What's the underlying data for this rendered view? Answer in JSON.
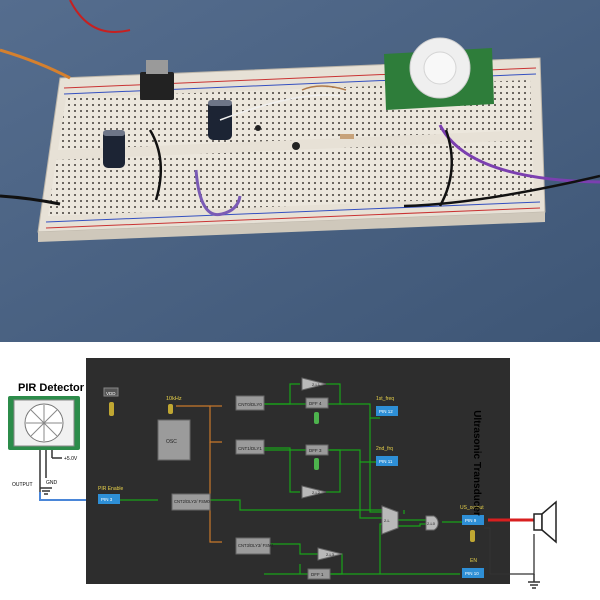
{
  "pir_title": "PIR Detector",
  "pir_pins": {
    "output": "OUTPUT",
    "gnd": "GND",
    "vcc": "+5.0V"
  },
  "transducer_label": "Ultrasonic Transducer",
  "blocks": {
    "vdd": "VDD",
    "osc_freq": "10kHz",
    "osc": "OSC",
    "cnt_top": "CNT0/DLY0",
    "cnt_mid": "CNT1/DLY1",
    "cnt_left": "CNT2/DLY2/ FSM0",
    "cnt_bottom": "CNT3/DLY3/ FSM1",
    "dff_top": "DFF 4",
    "dff_mid": "DFF 3",
    "dff_bottom": "DFF 1",
    "inv_top": "2-L1",
    "inv_mid": "2-L2",
    "inv_bottom": "2-L3",
    "mux": "2-L",
    "and_gate": "2-L0",
    "pin_pir": "PIN 3",
    "pin_1st": "PIN 12",
    "pin_2nd": "PIN 11",
    "pin_us": "PIN 9",
    "pin_en": "PIN 10"
  },
  "net_labels": {
    "pir_enable": "PIR Enable",
    "first_freq": "1st_freq",
    "second_freq": "2nd_frq",
    "us_output": "US_output",
    "en": "EN"
  },
  "colors": {
    "diagram_bg": "#2d2d2d",
    "wire_green": "#19a319",
    "wire_orange": "#c9782b",
    "pin_blue": "#2e8fd6",
    "label_yellow": "#e8d24a",
    "transducer_red": "#d81f1f",
    "breadboard": "#e7e1d6",
    "table_bg": "#4a6384"
  },
  "icons": {
    "pir_sensor": "pir-sensor-icon",
    "speaker": "speaker-icon",
    "ground": "ground-icon"
  }
}
